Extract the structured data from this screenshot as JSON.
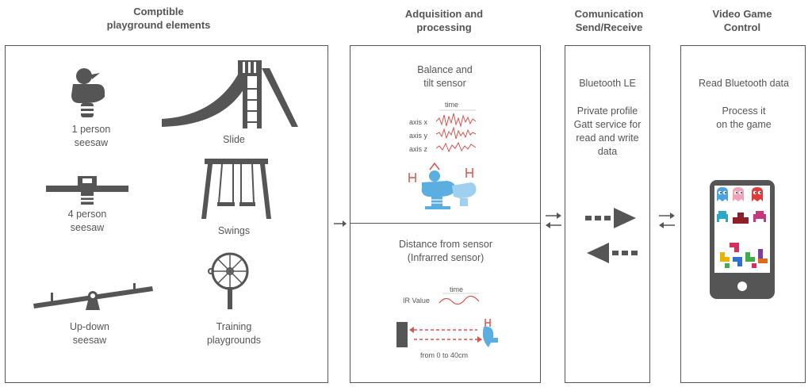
{
  "headings": {
    "elements": "Comptible\nplayground elements",
    "acquisition": "Adquisition and\nprocessing",
    "communication": "Comunication\nSend/Receive",
    "control": "Video Game\nControl"
  },
  "elements": {
    "seesaw1": "1 person\nseesaw",
    "slide": "Slide",
    "seesaw4": "4 person\nseesaw",
    "swings": "Swings",
    "updown": "Up-down\nseesaw",
    "training": "Training\nplaygrounds"
  },
  "acquisition": {
    "balance_title": "Balance and\ntilt sensor",
    "time_label": "time",
    "axis_x": "axis x",
    "axis_y": "axis y",
    "axis_z": "axis z",
    "distance_title": "Distance from sensor\n(Infrarred sensor)",
    "ir_time_label": "time",
    "ir_value_label": "IR Value",
    "range_label": "from 0 to 40cm"
  },
  "communication": {
    "protocol": "Bluetooth LE",
    "profile": "Private profile\nGatt service for\nread and write\ndata"
  },
  "control": {
    "read": "Read Bluetooth data",
    "process": "Process it\non the game"
  },
  "colors": {
    "ink": "#555555",
    "signal": "#d9534f",
    "sensor_blue": "#5aaee0"
  }
}
